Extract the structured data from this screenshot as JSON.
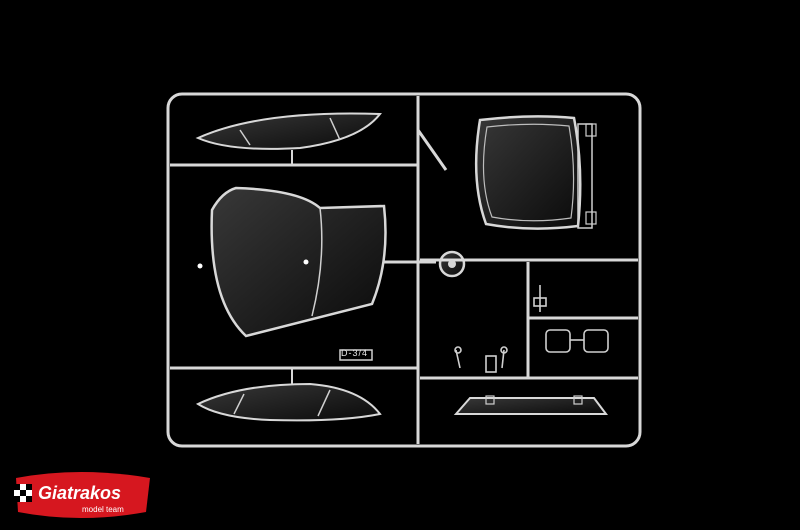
{
  "photo": {
    "subject": "clear plastic model kit sprue",
    "background_color": "#000000",
    "sprue_color": "#d8d8d8"
  },
  "sprue_labels": {
    "part_code": "D-3/4"
  },
  "logo": {
    "brand": "Giatrakos",
    "subtext": "model team",
    "primary_color": "#d6171f",
    "text_color": "#ffffff"
  }
}
